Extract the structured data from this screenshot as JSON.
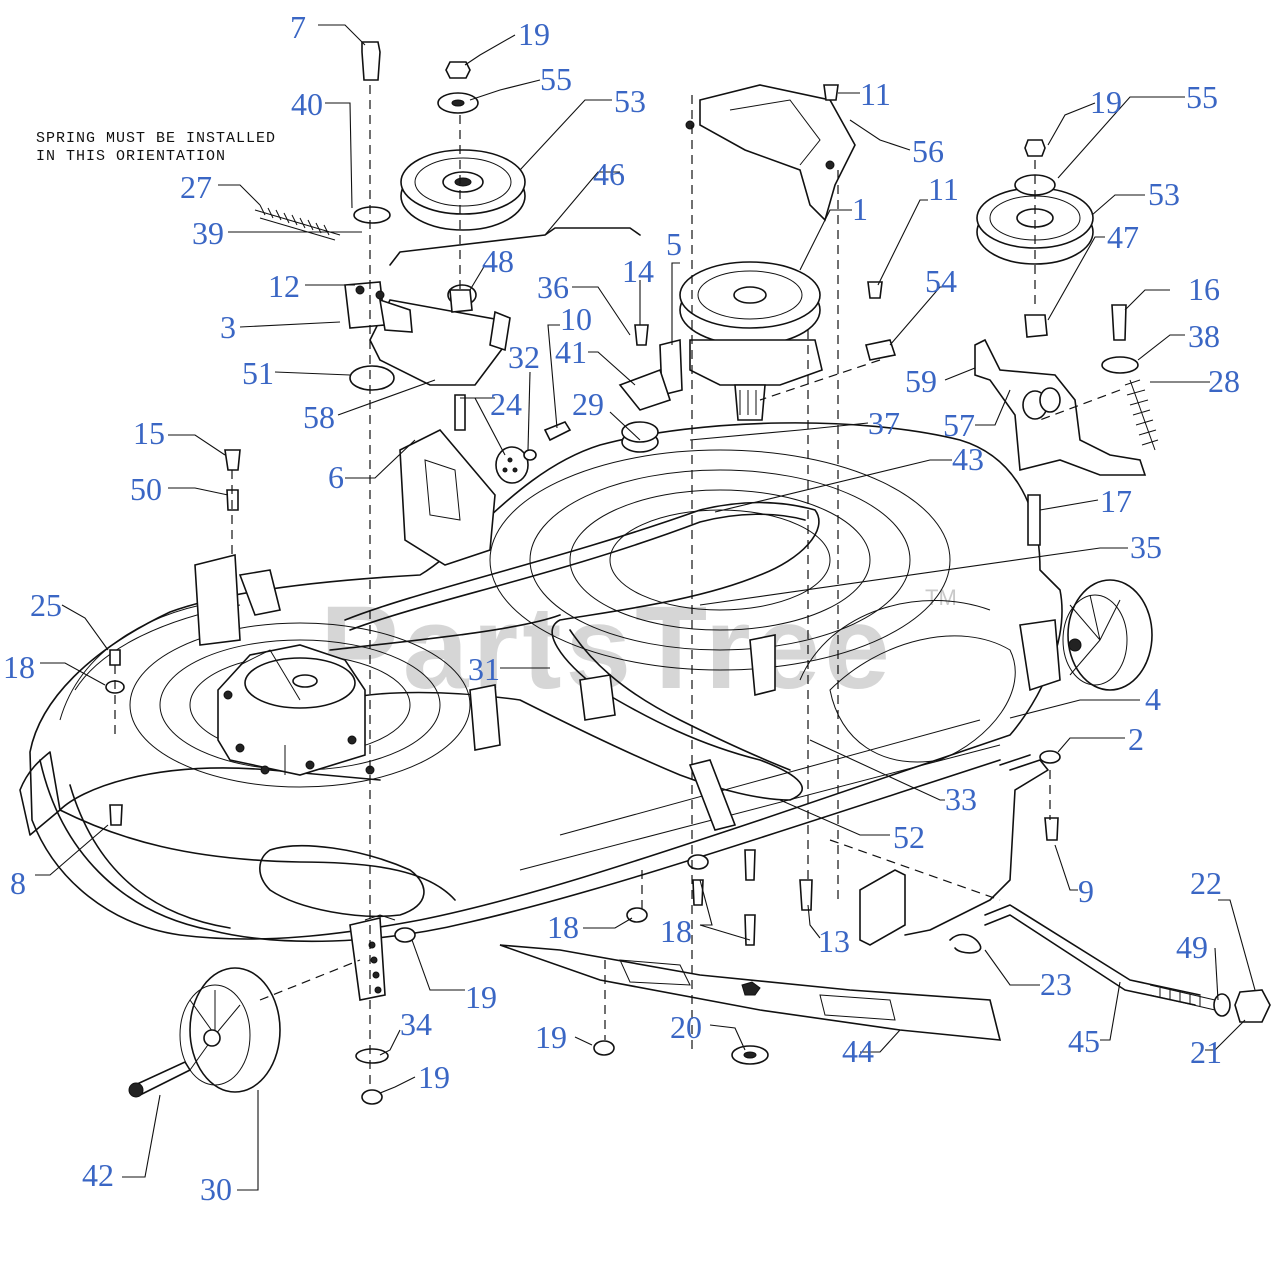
{
  "note": {
    "line1": "SPRING MUST BE INSTALLED",
    "line2": "IN THIS ORIENTATION"
  },
  "watermark": {
    "text": "PartsTree",
    "tm": "TM"
  },
  "colors": {
    "callout": "#3a66c4",
    "line": "#111111",
    "watermark": "#c9c9c9"
  },
  "callouts": [
    "7",
    "19",
    "55",
    "53",
    "40",
    "27",
    "39",
    "12",
    "3",
    "51",
    "58",
    "48",
    "46",
    "36",
    "14",
    "5",
    "41",
    "10",
    "32",
    "24",
    "29",
    "1",
    "11",
    "56",
    "11",
    "54",
    "19",
    "55",
    "53",
    "47",
    "16",
    "38",
    "28",
    "59",
    "57",
    "37",
    "43",
    "17",
    "35",
    "15",
    "50",
    "6",
    "25",
    "18",
    "31",
    "4",
    "2",
    "33",
    "52",
    "8",
    "9",
    "18",
    "18",
    "13",
    "22",
    "49",
    "21",
    "19",
    "23",
    "45",
    "34",
    "19",
    "20",
    "44",
    "19",
    "42",
    "30"
  ]
}
